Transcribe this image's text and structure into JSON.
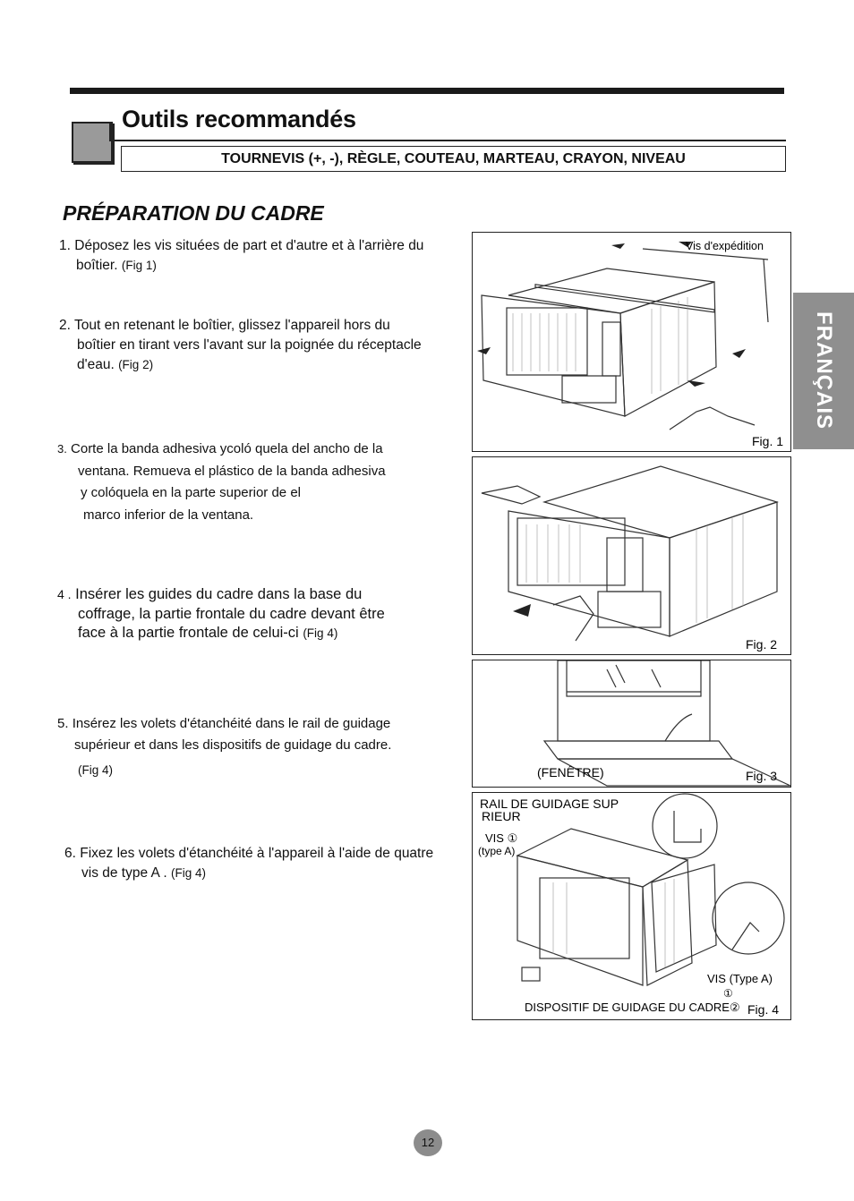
{
  "header": {
    "title": "Outils recommandés",
    "tools": "TOURNEVIS (+, -), RÈGLE, COUTEAU, MARTEAU, CRAYON, NIVEAU"
  },
  "section": {
    "title": "PRÉPARATION DU CADRE"
  },
  "steps": [
    {
      "num": "1.",
      "lines": [
        "Déposez les vis situées de part et d'autre et à l'arrière du",
        "boîtier."
      ],
      "ref": "(Fig 1)"
    },
    {
      "num": "2.",
      "lines": [
        "Tout en retenant le boîtier, glissez l'appareil hors du",
        "boîtier en tirant vers l'avant sur la poignée du réceptacle",
        "d'eau."
      ],
      "ref": "(Fig 2)"
    },
    {
      "num": "3.",
      "lines": [
        "Corte la banda adhesiva ycoló quela del ancho de la",
        "ventana.  Remueva el plástico de la banda adhesiva",
        "y colóquela en la parte superior de el",
        "marco inferior de la ventana."
      ]
    },
    {
      "num": "4 .",
      "lines": [
        "Insérer les guides du cadre  dans  la base du",
        "coffrage, la partie frontale du cadre devant être",
        "face à la partie frontale de celui-ci"
      ],
      "ref": "(Fig 4)"
    },
    {
      "num": "5.",
      "lines": [
        "Insérez les volets d'étanchéité  dans le rail de guidage",
        "supérieur  et dans les dispositifs de guidage du cadre."
      ],
      "ref": "(Fig 4)"
    },
    {
      "num": "6.",
      "lines": [
        "Fixez les volets d'étanchéité à l'appareil à l'aide de quatre",
        "vis de type A ."
      ],
      "ref": "(Fig 4)"
    }
  ],
  "figures": {
    "fig1": {
      "caption": "Fig. 1",
      "label": "Vis d'expédition"
    },
    "fig2": {
      "caption": "Fig. 2"
    },
    "fig3": {
      "caption": "Fig. 3",
      "label": "(FENÊTRE)"
    },
    "fig4": {
      "caption": "Fig. 4",
      "rail_label_1": "RAIL DE GUIDAGE SUP",
      "rail_label_2": "RIEUR",
      "vis_label": "VIS ①",
      "type_label": "(type A)",
      "vis_type_label": "VIS (Type A)",
      "vis_type_num": "①",
      "guide_label": "DISPOSITIF DE GUIDAGE DU CADRE②"
    }
  },
  "language_tab": "FRANÇAIS",
  "page_number": "12"
}
